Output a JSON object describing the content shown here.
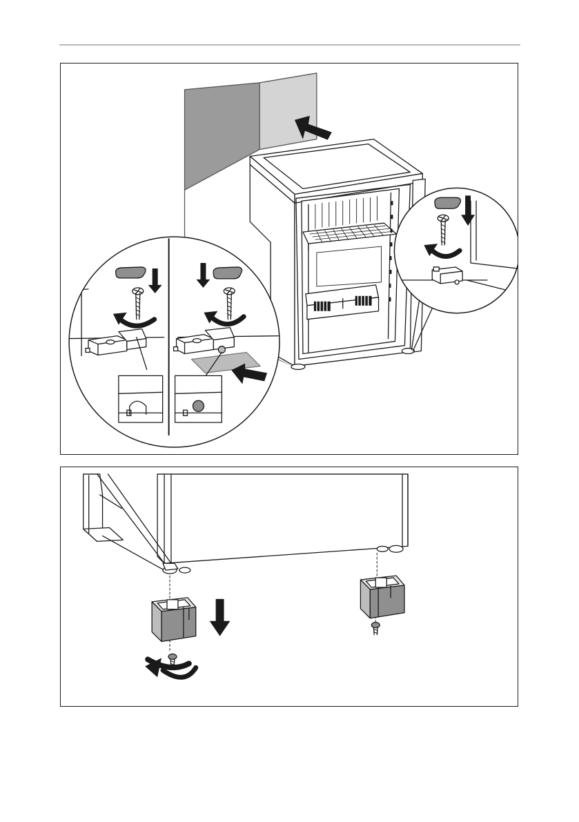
{
  "page": {
    "background": "#ffffff",
    "rule_color": "#b9b9b9",
    "line_color": "#1a1a1a",
    "wall_dark": "#9b9b9b",
    "wall_light": "#d4d4d4",
    "part_grey": "#8f8f8f"
  },
  "figure_1": {
    "icons": [
      "wall-panel",
      "push-arrow",
      "fridge",
      "screw",
      "cover-cap",
      "rotate-arrow",
      "hinge-bracket",
      "detail-magnifier"
    ]
  },
  "figure_2": {
    "icons": [
      "fridge-base",
      "foot-block",
      "down-arrow",
      "screw",
      "rotate-arrow"
    ]
  }
}
